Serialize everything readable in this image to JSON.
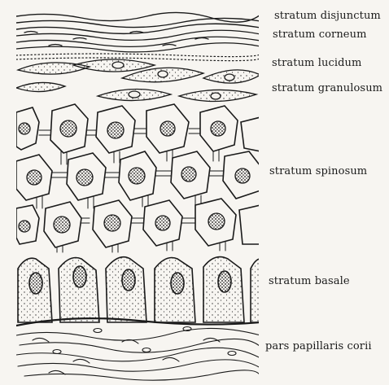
{
  "labels": {
    "disjunctum": "stratum disjunctum",
    "corneum": "stratum corneum",
    "lucidum": "stratum lucidum",
    "granulosum": "stratum granulosum",
    "spinosum": "stratum spinosum",
    "basale": "stratum basale",
    "papillaris": "pars papillaris corii"
  },
  "colors": {
    "ink": "#1a1a1a",
    "paper": "#f7f5f1"
  }
}
